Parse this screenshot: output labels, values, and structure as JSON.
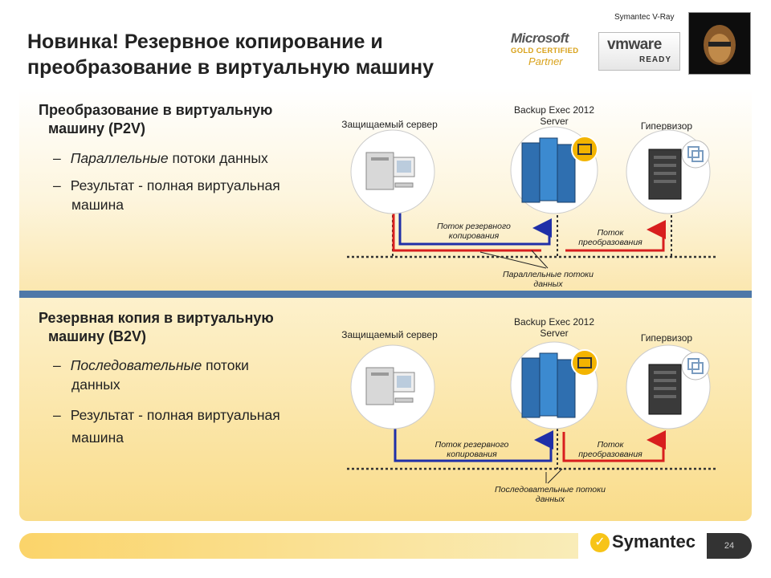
{
  "header": {
    "title_line1": "Новинка! Резервное копирование и",
    "title_line2": "преобразование в виртуальную машину",
    "top_label": "Symantec V-Ray"
  },
  "logos": {
    "microsoft": {
      "line1": "Microsoft",
      "line2": "GOLD CERTIFIED",
      "line3": "Partner"
    },
    "vmware": {
      "line1": "vmware",
      "line2": "READY"
    }
  },
  "section1": {
    "heading_line1": "Преобразование в виртуальную",
    "heading_line2": "машину (P2V)",
    "bullet1_em": "Параллельные",
    "bullet1_rest": " потоки данных",
    "bullet2_line1": "Результат - полная виртуальная",
    "bullet2_line2": "машина",
    "server_label": "Защищаемый сервер",
    "backup_label_line1": "Backup Exec 2012",
    "backup_label_line2": "Server",
    "hypervisor_label": "Гипервизор",
    "flow_backup_line1": "Поток резервного",
    "flow_backup_line2": "копирования",
    "flow_convert_line1": "Поток",
    "flow_convert_line2": "преобразования",
    "bottom_note_line1": "Параллельные потоки",
    "bottom_note_line2": "данных"
  },
  "section2": {
    "heading_line1": "Резервная копия в виртуальную",
    "heading_line2": "машину (B2V)",
    "bullet1_em": "Последовательные",
    "bullet1_rest": " потоки",
    "bullet1_line2": "данных",
    "bullet2_line1": "Результат - полная виртуальная",
    "bullet2_line2": "машина",
    "server_label": "Защищаемый сервер",
    "backup_label_line1": "Backup Exec 2012",
    "backup_label_line2": "Server",
    "hypervisor_label": "Гипервизор",
    "flow_backup_line1": "Поток резервного",
    "flow_backup_line2": "копирования",
    "flow_convert_line1": "Поток",
    "flow_convert_line2": "преобразования",
    "bottom_note_line1": "Последовательные потоки",
    "bottom_note_line2": "данных"
  },
  "footer": {
    "logo_text": "Symantec",
    "page_number": "24"
  },
  "colors": {
    "backup_flow": "#1f2fa8",
    "convert_flow": "#d81e1e",
    "divider": "#4e78a8"
  }
}
